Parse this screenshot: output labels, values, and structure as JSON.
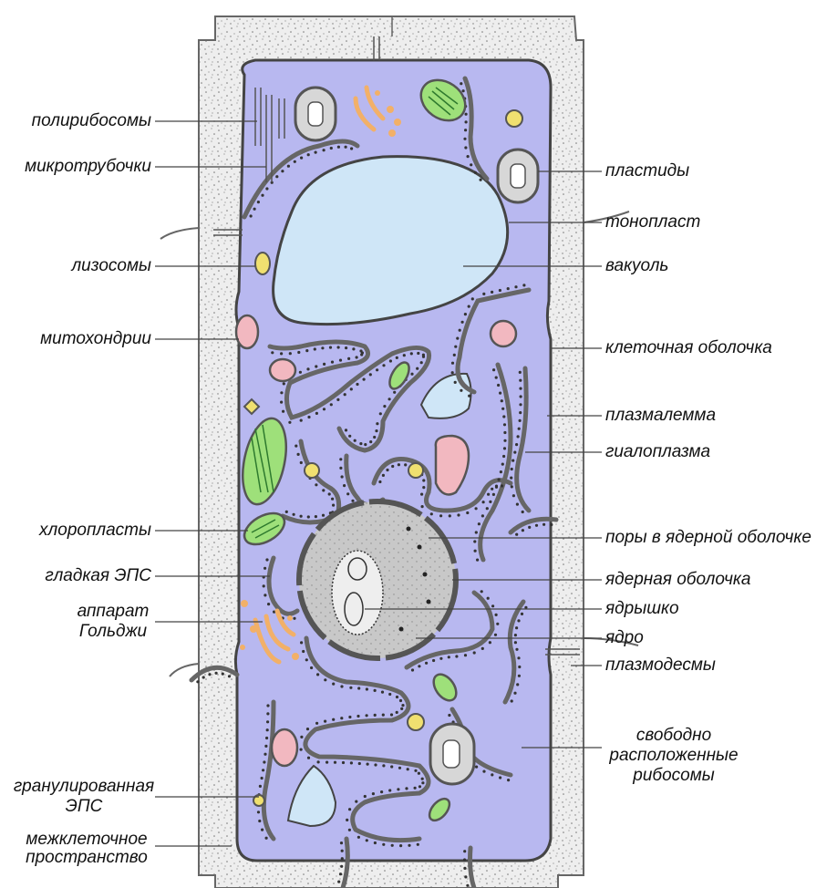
{
  "title": "",
  "labels_left": {
    "polyribosomes": "полирибосомы",
    "microtubules": "микротрубочки",
    "lysosomes": "лизосомы",
    "mitochondria": "митохондрии",
    "chloroplasts": "хлоропласты",
    "smooth_er": "гладкая ЭПС",
    "golgi_line1": "аппарат",
    "golgi_line2": "Гольджи",
    "rough_er_line1": "гранулированная",
    "rough_er_line2": "ЭПС",
    "intercellular_line1": "межклеточное",
    "intercellular_line2": "пространство"
  },
  "labels_right": {
    "plastids": "пластиды",
    "tonoplast": "тонопласт",
    "vacuole": "вакуоль",
    "cell_wall": "клеточная оболочка",
    "plasmalemma": "плазмалемма",
    "hyaloplasm": "гиалоплазма",
    "nuclear_pores": "поры в ядерной оболочке",
    "nuclear_envelope": "ядерная оболочка",
    "nucleolus": "ядрышко",
    "nucleus": "ядро",
    "plasmodesmata": "плазмодесмы",
    "free_ribosomes_line1": "свободно",
    "free_ribosomes_line2": "расположенные",
    "free_ribosomes_line3": "рибосомы"
  },
  "colors": {
    "cytoplasm": "#b8b8f0",
    "cell_wall": "#ececec",
    "vacuole": "#cfe6f7",
    "nucleus": "#c9c9c9",
    "chloroplast": "#9ee07a",
    "mitochondria": "#f2b8c0",
    "golgi": "#f2b068",
    "lysosome": "#f0e070",
    "outline": "#555555"
  }
}
